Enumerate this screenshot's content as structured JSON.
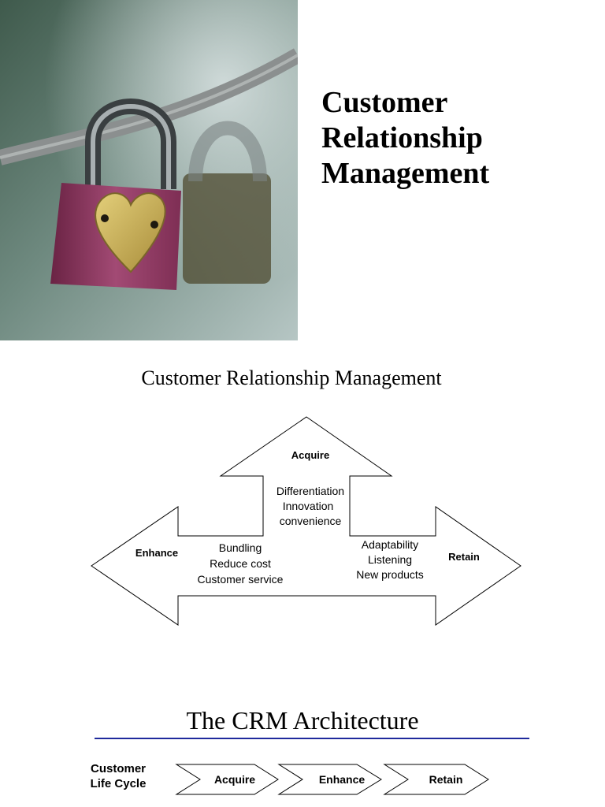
{
  "slide1": {
    "title_lines": [
      "Customer",
      "Relationship",
      "Management"
    ],
    "photo": "padlock-heart-photo"
  },
  "slide2": {
    "title": "Customer Relationship Management",
    "acquire": {
      "label": "Acquire",
      "items": [
        "Differentiation",
        "Innovation",
        "convenience"
      ]
    },
    "enhance": {
      "label": "Enhance",
      "items": [
        "Bundling",
        "Reduce cost",
        "Customer service"
      ]
    },
    "retain": {
      "label": "Retain",
      "items": [
        "Adaptability",
        "Listening",
        "New products"
      ]
    }
  },
  "slide3": {
    "title": "The CRM Architecture",
    "rule_color": "#1f2a9c",
    "lifecycle_label": [
      "Customer",
      "Life Cycle"
    ],
    "stages": [
      "Acquire",
      "Enhance",
      "Retain"
    ]
  }
}
